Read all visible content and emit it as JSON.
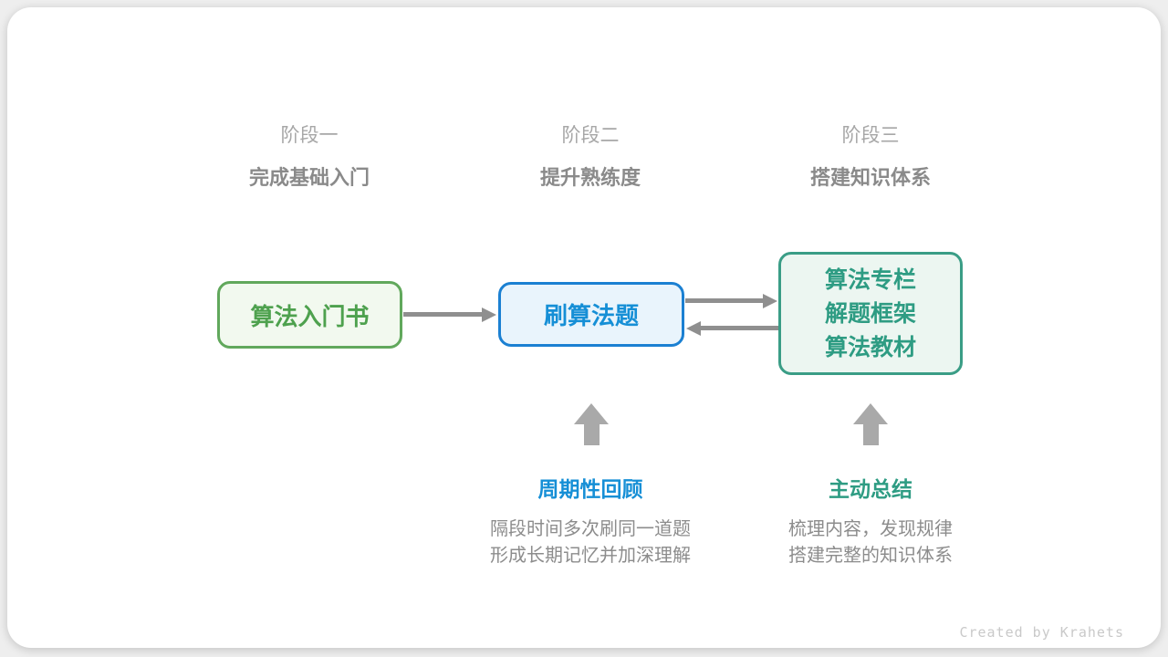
{
  "diagram": {
    "stages": [
      {
        "label": "阶段一",
        "subtitle": "完成基础入门"
      },
      {
        "label": "阶段二",
        "subtitle": "提升熟练度"
      },
      {
        "label": "阶段三",
        "subtitle": "搭建知识体系"
      }
    ],
    "nodes": {
      "intro_book": {
        "label": "算法入门书"
      },
      "practice": {
        "label": "刷算法题"
      },
      "knowledge": {
        "lines": [
          "算法专栏",
          "解题框架",
          "算法教材"
        ]
      }
    },
    "connectors": {
      "intro_to_practice": "arrow-right",
      "practice_to_knowledge": "arrow-right",
      "knowledge_to_practice": "arrow-left"
    },
    "annotations": {
      "review": {
        "title": "周期性回顾",
        "lines": [
          "隔段时间多次刷同一道题",
          "形成长期记忆并加深理解"
        ]
      },
      "summary": {
        "title": "主动总结",
        "lines": [
          "梳理内容，发现规律",
          "搭建完整的知识体系"
        ]
      }
    },
    "credit": "Created by Krahets",
    "colors": {
      "green_border": "#61a85c",
      "green_text": "#4ea14e",
      "green_fill": "#f2f9ef",
      "blue_border": "#1b80d2",
      "blue_text": "#168fd6",
      "blue_fill": "#e9f4fc",
      "teal_border": "#3a9d86",
      "teal_text": "#2e9c83",
      "teal_fill": "#ecf6f1",
      "connector_gray": "#8f8f8f",
      "up_arrow_gray": "#a9a9a9",
      "stage_label_gray": "#a7a7a7",
      "stage_subtitle_gray": "#8a8a8a",
      "description_gray": "#8c8c8c",
      "credit_gray": "#c9c9c9"
    }
  }
}
